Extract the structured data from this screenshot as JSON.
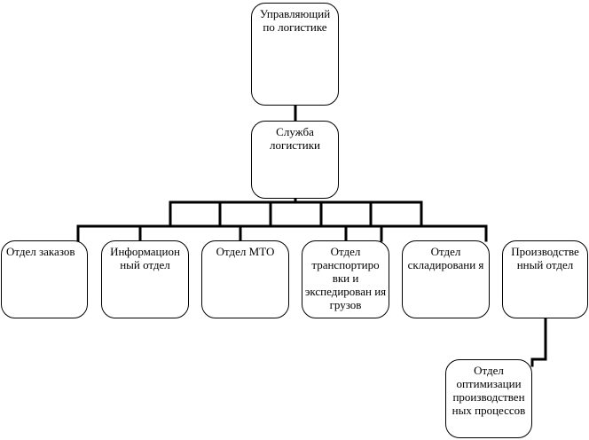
{
  "diagram": {
    "head": "Управляющий по логистике",
    "service": "Служба логистики",
    "departments": {
      "orders": "Отдел заказов",
      "information": "Информацион ный отдел",
      "mto": "Отдел МТО",
      "transport": "Отдел транспортиро вки и экспедирован ия грузов",
      "warehouse": "Отдел складировани я",
      "production": "Производстве нный отдел"
    },
    "optimization": "Отдел оптимизации производствен ных процессов"
  }
}
